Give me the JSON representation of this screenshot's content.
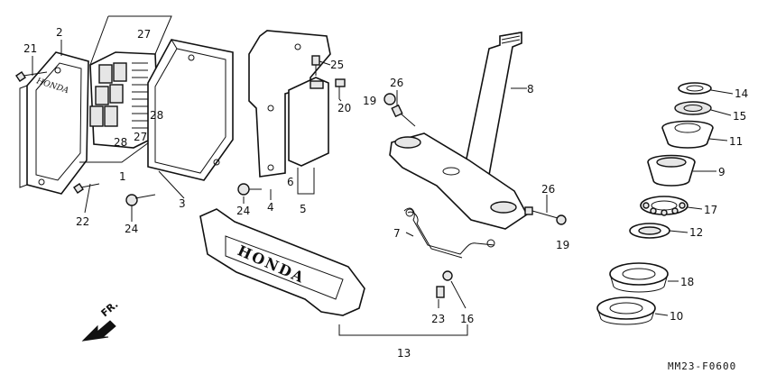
{
  "diagram_code": "MM23-F0600",
  "front_marker": "FR.",
  "brand_text_small": "HONDA",
  "brand_text_large": "HONDA",
  "labels": [
    {
      "id": "lbl-21a",
      "text": "21"
    },
    {
      "id": "lbl-2",
      "text": "2"
    },
    {
      "id": "lbl-27a",
      "text": "27"
    },
    {
      "id": "lbl-28a",
      "text": "28"
    },
    {
      "id": "lbl-28b",
      "text": "28"
    },
    {
      "id": "lbl-27b",
      "text": "27"
    },
    {
      "id": "lbl-1",
      "text": "1"
    },
    {
      "id": "lbl-22",
      "text": "22"
    },
    {
      "id": "lbl-24a",
      "text": "24"
    },
    {
      "id": "lbl-3",
      "text": "3"
    },
    {
      "id": "lbl-25",
      "text": "25"
    },
    {
      "id": "lbl-20",
      "text": "20"
    },
    {
      "id": "lbl-24b",
      "text": "24"
    },
    {
      "id": "lbl-4",
      "text": "4"
    },
    {
      "id": "lbl-6",
      "text": "6"
    },
    {
      "id": "lbl-5",
      "text": "5"
    },
    {
      "id": "lbl-26a",
      "text": "26"
    },
    {
      "id": "lbl-19a",
      "text": "19"
    },
    {
      "id": "lbl-8",
      "text": "8"
    },
    {
      "id": "lbl-26b",
      "text": "26"
    },
    {
      "id": "lbl-19b",
      "text": "19"
    },
    {
      "id": "lbl-7",
      "text": "7"
    },
    {
      "id": "lbl-23",
      "text": "23"
    },
    {
      "id": "lbl-16",
      "text": "16"
    },
    {
      "id": "lbl-13",
      "text": "13"
    },
    {
      "id": "lbl-14",
      "text": "14"
    },
    {
      "id": "lbl-15",
      "text": "15"
    },
    {
      "id": "lbl-11",
      "text": "11"
    },
    {
      "id": "lbl-9",
      "text": "9"
    },
    {
      "id": "lbl-17",
      "text": "17"
    },
    {
      "id": "lbl-12",
      "text": "12"
    },
    {
      "id": "lbl-18",
      "text": "18"
    },
    {
      "id": "lbl-10",
      "text": "10"
    }
  ]
}
